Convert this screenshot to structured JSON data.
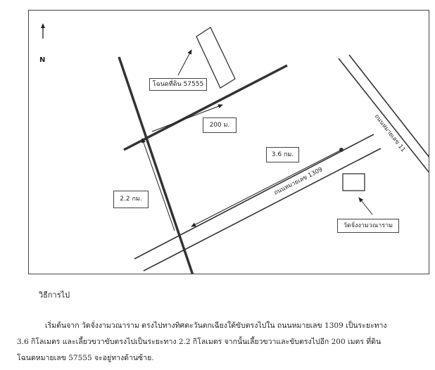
{
  "map": {
    "north_label": "N",
    "land_label": "โฉนดที่ดิน 57555",
    "distance_200": "200 ม.",
    "distance_36": "3.6 กม.",
    "distance_22": "2.2 กม.",
    "road_1309_label": "ถนนหมายเลข 1309",
    "road_11_label": "ถนนหมายเลข 11",
    "temple_label": "วัดจั่งงามวณาราม"
  },
  "directions": {
    "heading": "วิธีการไป",
    "lines": [
      "เริ่มต้นจาก วัดจั่งงามวณาราม ตรงไปทางทิศตะวันตกเฉียงใต้ขับตรงไปใน ถนนหมายเลข 1309 เป็นระยะทาง",
      "3.6 กิโลเมตร และเลี้ยวขวาขับตรงไปเป็นระยะทาง 2.2 กิโลเมตร จากนั้นเลี้ยวขวาและขับตรงไปอีก 200 เมตร ที่ดิน",
      "โฉนดหมายเลข 57555 จะอยู่ทางด้านซ้าย."
    ]
  }
}
